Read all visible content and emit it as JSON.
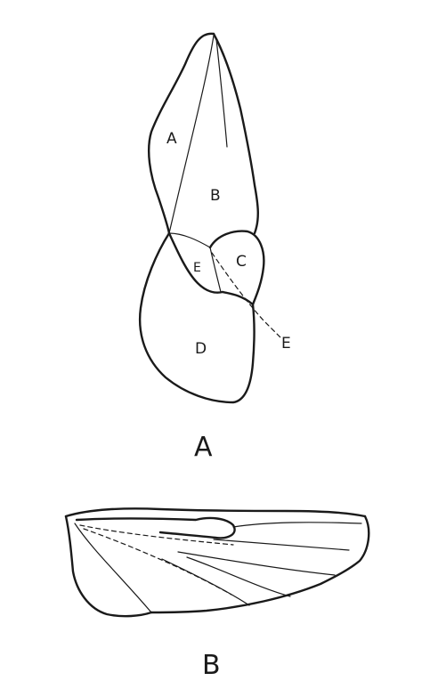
{
  "figure_a": {
    "label": "A",
    "regions": {
      "a": "A",
      "b": "B",
      "c": "C",
      "d": "D",
      "e_inner": "E",
      "e_pointer": "E"
    }
  },
  "figure_b": {
    "label": "B"
  }
}
